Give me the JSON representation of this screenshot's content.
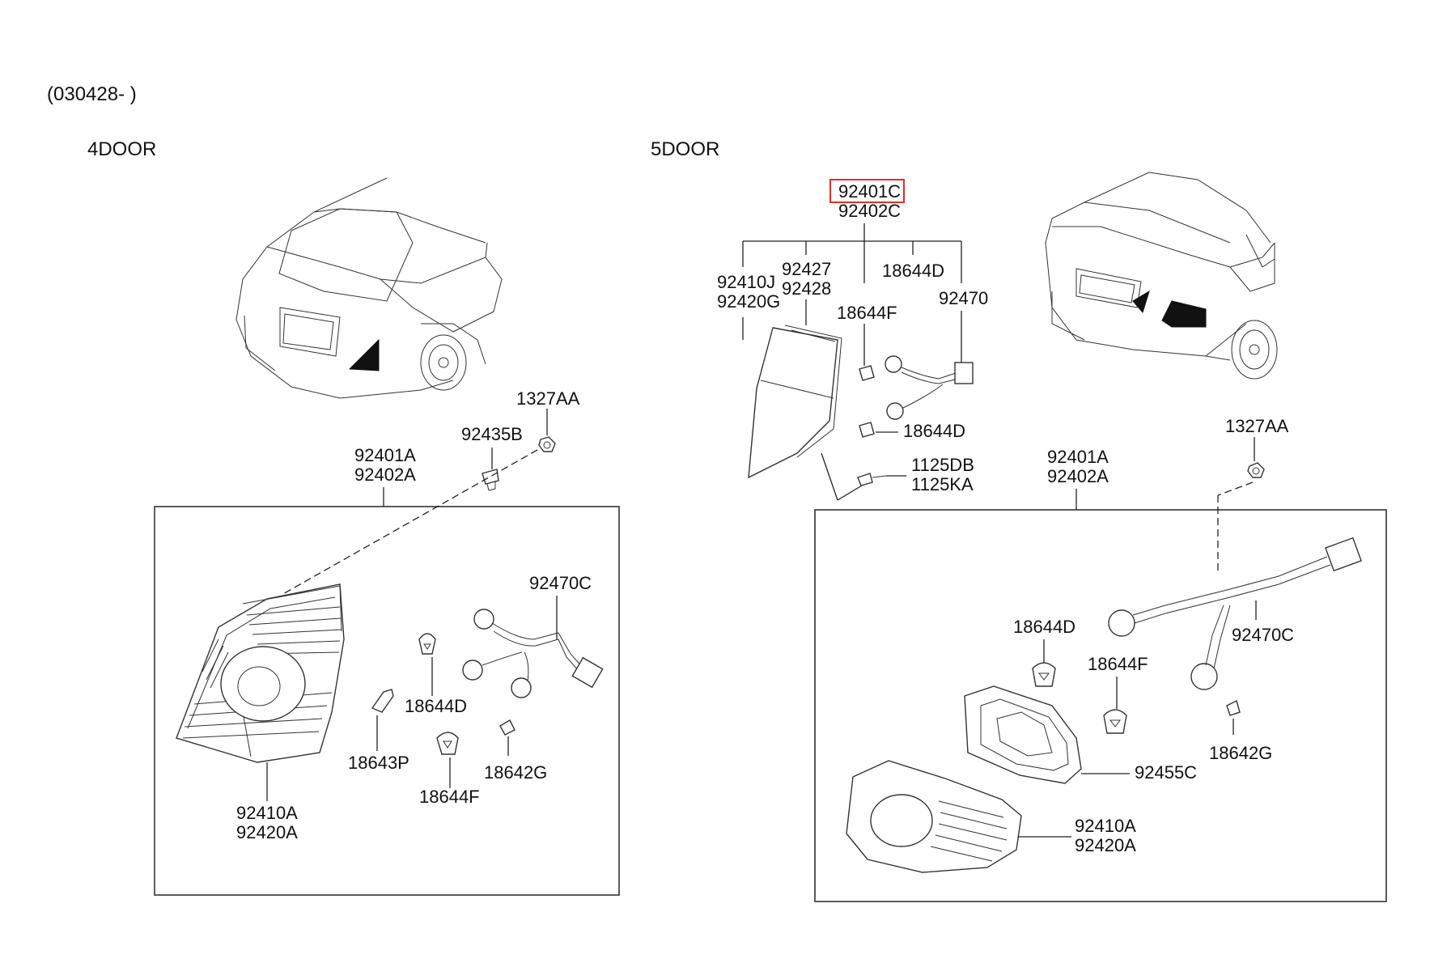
{
  "header": {
    "date_code": "(030428- )",
    "variant_left": "4DOOR",
    "variant_right": "5DOOR"
  },
  "left": {
    "clip_labels": [
      "1327AA",
      "92435B"
    ],
    "assembly_labels": [
      "92401A",
      "92402A"
    ],
    "lens_labels": [
      "92410A",
      "92420A"
    ],
    "harness_label": "92470C",
    "bulb_labels": [
      "18644D",
      "18643P",
      "18644F",
      "18642G"
    ]
  },
  "right": {
    "top_assembly_selected": "92401C",
    "top_assembly_other": "92402C",
    "lens_labels": [
      "92410J",
      "92420G"
    ],
    "gasket_labels": [
      "92427",
      "92428"
    ],
    "socket_labels": [
      "18644F",
      "18644D",
      "18644D"
    ],
    "harness_label": "92470",
    "screw_labels": [
      "1125DB",
      "1125KA"
    ],
    "clip_label": "1327AA",
    "assembly_labels": [
      "92401A",
      "92402A"
    ],
    "bulb_labels": [
      "18644D",
      "18644F",
      "18642G"
    ],
    "harness_c_label": "92470C",
    "gasket_c_label": "92455C",
    "lens_c_labels": [
      "92410A",
      "92420A"
    ]
  },
  "colors": {
    "line": "#222222",
    "highlight": "#e0302a",
    "background": "#ffffff"
  }
}
